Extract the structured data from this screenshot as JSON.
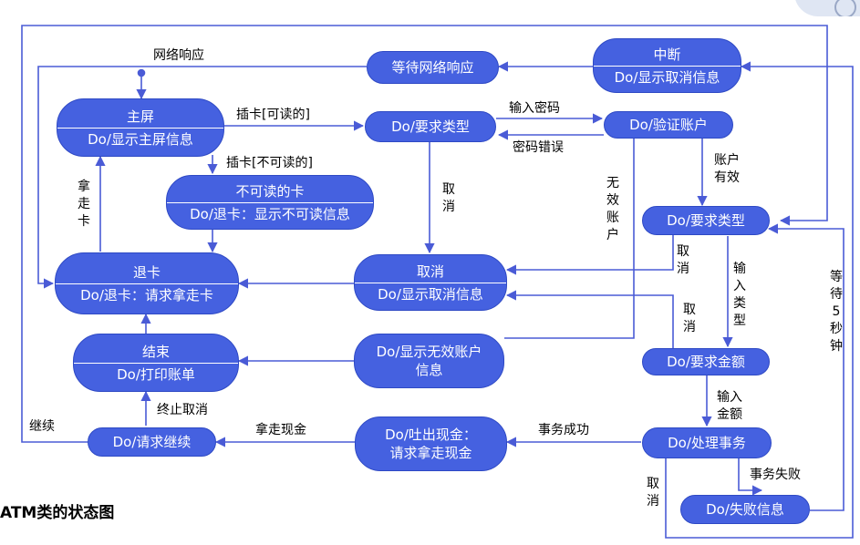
{
  "title": "ATM类的状态图",
  "states": {
    "main_screen": {
      "name": "主屏",
      "activity": "Do/显示主屏信息"
    },
    "request_type_1": {
      "activity": "Do/要求类型"
    },
    "verify_account": {
      "activity": "Do/验证账户"
    },
    "interrupt": {
      "name": "中断",
      "activity": "Do/显示取消信息"
    },
    "wait_network": {
      "name": "等待网络响应"
    },
    "unreadable_card": {
      "name": "不可读的卡",
      "activity": "Do/退卡：显示不可读信息"
    },
    "eject_card": {
      "name": "退卡",
      "activity": "Do/退卡：请求拿走卡"
    },
    "cancel": {
      "name": "取消",
      "activity": "Do/显示取消信息"
    },
    "request_type_2": {
      "activity": "Do/要求类型"
    },
    "end": {
      "name": "结束",
      "activity": "Do/打印账单"
    },
    "invalid_account": {
      "line1": "Do/显示无效账户",
      "line2": "信息"
    },
    "request_amount": {
      "activity": "Do/要求金额"
    },
    "request_continue": {
      "activity": "Do/请求继续"
    },
    "dispense_cash": {
      "line1": "Do/吐出现金：",
      "line2": "请求拿走现金"
    },
    "process_transaction": {
      "activity": "Do/处理事务"
    },
    "failure_info": {
      "activity": "Do/失败信息"
    }
  },
  "transitions": {
    "network_response": "网络响应",
    "insert_readable": "插卡[可读的]",
    "insert_unreadable": "插卡[不可读的]",
    "enter_password": "输入密码",
    "password_error": "密码错误",
    "account_valid": "账户有效",
    "invalid_account": "无效账户",
    "cancel_1": "取消",
    "cancel_2": "取消",
    "cancel_3": "取消",
    "cancel_4": "取消",
    "take_card": "拿走卡",
    "enter_type": "输入类型",
    "enter_amount": "输入金额",
    "wait_5s": "等待5秒钟",
    "end_cancel": "终止取消",
    "continue": "继续",
    "take_cash": "拿走现金",
    "transaction_success": "事务成功",
    "transaction_failure": "事务失败"
  },
  "colors": {
    "node_fill": "#4561E0",
    "node_border": "#2E49C4",
    "line": "#4A5BD6",
    "text": "#000000"
  }
}
